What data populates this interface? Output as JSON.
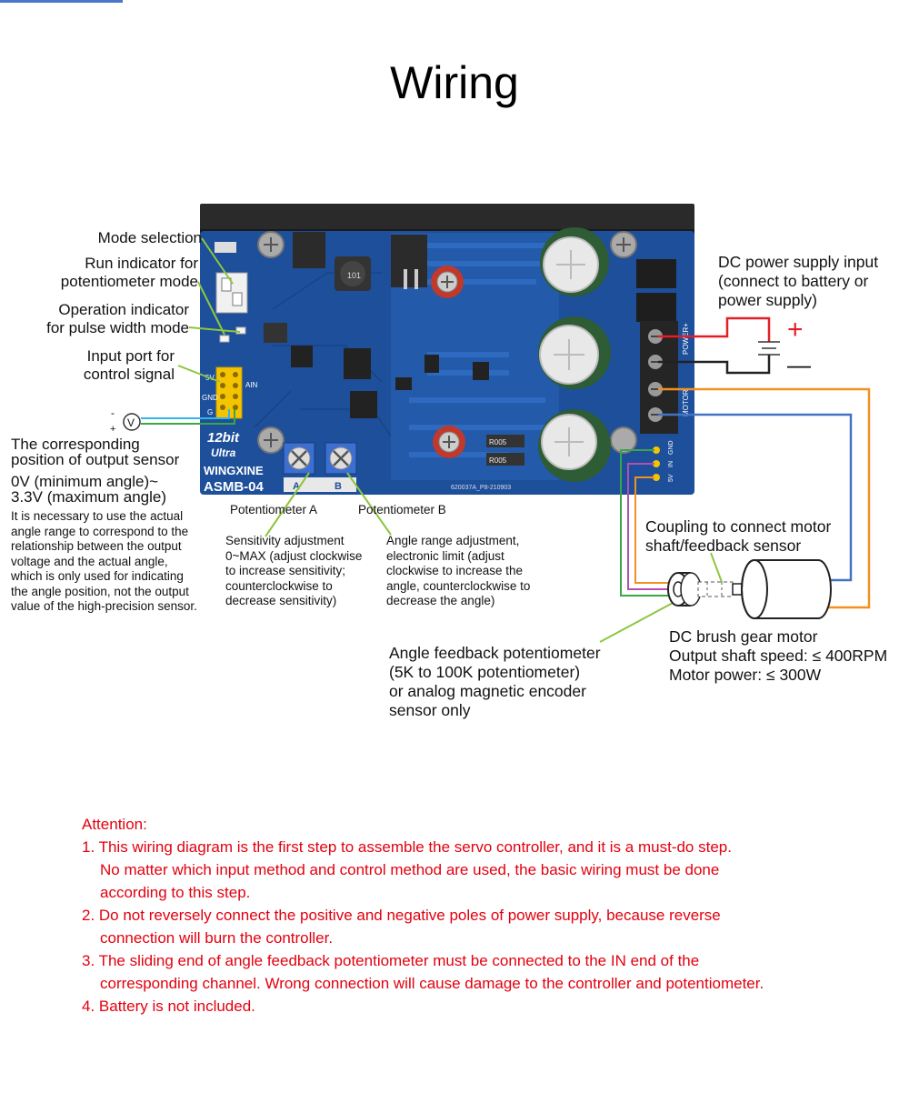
{
  "title": "Wiring",
  "left_labels": {
    "mode_selection": "Mode selection",
    "run_indicator": "Run indicator for\npotentiometer mode",
    "operation_indicator": "Operation indicator\nfor pulse width mode",
    "input_port": "Input port for\ncontrol signal",
    "voltmeter_minus": "-",
    "voltmeter_plus": "+",
    "voltmeter_symbol": "V",
    "output_sensor": "The corresponding\nposition of output sensor",
    "voltage_range": "0V (minimum angle)~\n3.3V (maximum angle)",
    "sensor_note": "It is necessary to use the actual\nangle range to correspond to the\nrelationship between the output\nvoltage and the actual angle,\nwhich is only used for indicating\nthe angle position, not the output\nvalue of the high-precision sensor."
  },
  "potentiometers": {
    "a_label": "Potentiometer A",
    "b_label": "Potentiometer B",
    "a_desc": "Sensitivity adjustment\n0~MAX (adjust clockwise\nto increase sensitivity;\ncounterclockwise to\ndecrease sensitivity)",
    "b_desc": "Angle range adjustment,\nelectronic limit (adjust\nclockwise to increase the\nangle, counterclockwise to\ndecrease the angle)"
  },
  "right_labels": {
    "dc_power": "DC power supply input\n(connect to battery or\npower supply)",
    "plus": "+",
    "minus": "—",
    "coupling": "Coupling to connect motor\nshaft/feedback sensor",
    "motor": "DC brush gear motor\nOutput shaft speed: ≤ 400RPM\nMotor power: ≤ 300W",
    "feedback": "Angle feedback potentiometer\n(5K to 100K potentiometer)\nor analog magnetic encoder\nsensor only"
  },
  "board": {
    "bits": "12bit",
    "ultra": "Ultra",
    "brand": "WINGXINE",
    "model": "ASMB-04",
    "power_label": "POWER+",
    "motor_label": "MOTOR",
    "pin_5v_left": "5V",
    "pin_ain": "AIN",
    "pin_gnd": "GND",
    "pin_g": "G",
    "pin_gnd_right": "GND",
    "pin_in": "IN",
    "pin_5v_right": "5V",
    "pot_a": "A",
    "pot_b": "B",
    "inductor": "101",
    "res1": "R005",
    "res2": "R005",
    "serial": "620037A_P8-210903"
  },
  "attention": {
    "heading": "Attention:",
    "items": [
      "1. This wiring diagram is the first step to assemble the servo controller, and it is a must-do step.\nNo matter which input method and control method are used, the basic wiring must be done\naccording to this step.",
      "2. Do not reversely connect the positive and negative poles of power supply, because reverse\nconnection will burn the controller.",
      "3. The sliding end of angle feedback potentiometer must be connected to the IN end of the\ncorresponding channel. Wrong connection will cause damage to the controller and potentiometer.",
      "4. Battery is not included."
    ]
  },
  "colors": {
    "pcb": "#1d4f9a",
    "heatsink": "#2c2c2c",
    "leader": "#8dc63f",
    "wire_red": "#e41e26",
    "wire_orange": "#f39021",
    "wire_blue": "#4472c4",
    "wire_green": "#3aa54a",
    "wire_purple": "#b44fb1",
    "wire_cyan": "#33b3e6",
    "attention": "#e3000f"
  }
}
